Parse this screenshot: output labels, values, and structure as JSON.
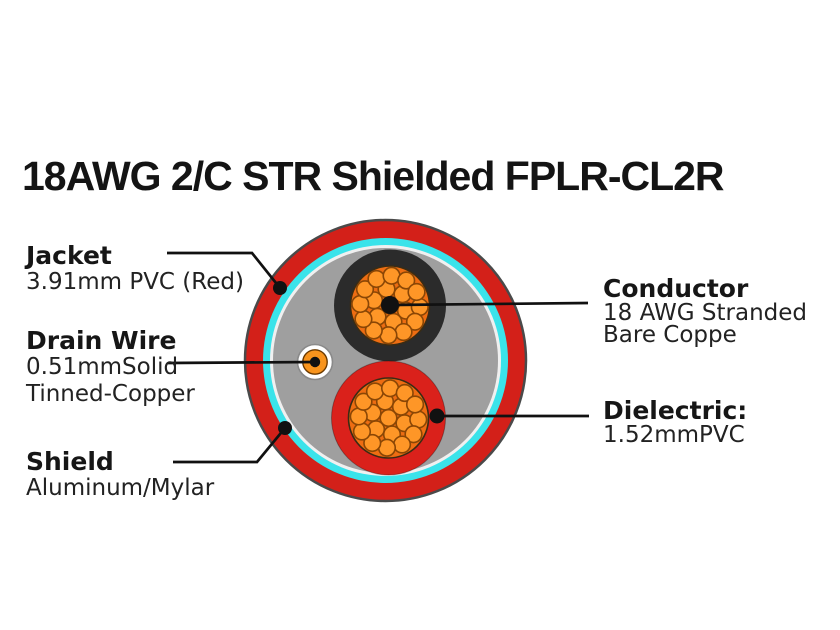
{
  "title": "18AWG 2/C STR Shielded FPLR-CL2R",
  "labels": {
    "jacket": {
      "heading": "Jacket",
      "lines": [
        "3.91mm PVC (Red)"
      ]
    },
    "drain_wire": {
      "heading": "Drain Wire",
      "lines": [
        "0.51mmSolid",
        "Tinned-Copper"
      ]
    },
    "shield": {
      "heading": "Shield",
      "lines": [
        "Aluminum/Mylar"
      ]
    },
    "conductor": {
      "heading": "Conductor",
      "lines": [
        "18 AWG Stranded",
        "Bare Coppe"
      ]
    },
    "dielectric": {
      "heading": "Dielectric:",
      "lines": [
        "1.52mmPVC"
      ]
    }
  },
  "colors": {
    "jacket_red": "#d32019",
    "outline_dark": "#4a4a4a",
    "shield_cyan": "#3ae3ea",
    "separator_white": "#f0f0f0",
    "filler_gray": "#9f9f9f",
    "insulation_black": "#2b2b2b",
    "insulation_red": "#da211b",
    "conductor_orange": "#ee6d12",
    "strand_orange": "#fe9627",
    "strand_outline": "#8a4605",
    "drain_orange": "#f8941d",
    "leader_black": "#111111"
  }
}
